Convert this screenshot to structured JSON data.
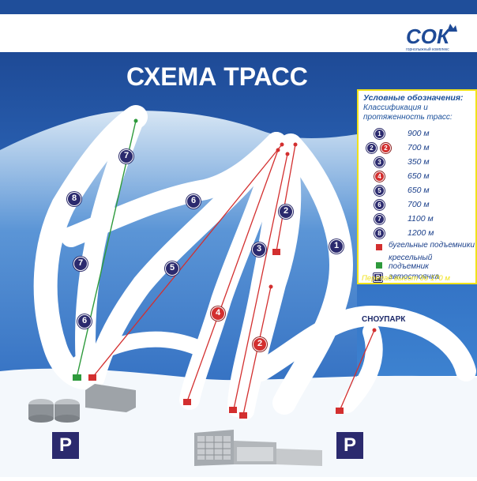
{
  "title": "СХЕМА ТРАСС",
  "logo": {
    "text": "СОК",
    "tagline": "горнолыжный комплекс"
  },
  "legend": {
    "title": "Условные обозначения:",
    "subtitle": "Классификация и протяженность трасс:",
    "trails": [
      {
        "num": "1",
        "length": "900 м",
        "color": "blue"
      },
      {
        "num": "2",
        "length": "700 м",
        "color": "mixed"
      },
      {
        "num": "3",
        "length": "350 м",
        "color": "blue"
      },
      {
        "num": "4",
        "length": "650 м",
        "color": "red"
      },
      {
        "num": "5",
        "length": "650 м",
        "color": "blue"
      },
      {
        "num": "6",
        "length": "700 м",
        "color": "blue"
      },
      {
        "num": "7",
        "length": "1100 м",
        "color": "blue"
      },
      {
        "num": "8",
        "length": "1200 м",
        "color": "blue"
      }
    ],
    "drag_lifts": "бугельные подъемники",
    "chair_lifts": "кресельный подъемник",
    "parking_symbol": "P",
    "parking": "автостоянка",
    "elevation": "Перепад высот до 170 м"
  },
  "snowpark_label": "СНОУПАРК",
  "parking_label": "P",
  "trail_markers": [
    {
      "num": "7",
      "color": "blue"
    },
    {
      "num": "8",
      "color": "blue"
    },
    {
      "num": "6",
      "color": "blue"
    },
    {
      "num": "7",
      "color": "blue"
    },
    {
      "num": "6",
      "color": "blue"
    },
    {
      "num": "5",
      "color": "blue"
    },
    {
      "num": "4",
      "color": "red"
    },
    {
      "num": "3",
      "color": "blue"
    },
    {
      "num": "2",
      "color": "blue"
    },
    {
      "num": "2",
      "color": "red"
    },
    {
      "num": "1",
      "color": "blue"
    }
  ],
  "colors": {
    "sky_top": "#1f4e9a",
    "blue_dark": "#2b2a6e",
    "red": "#d32f2f",
    "green": "#2e9a3c",
    "legend_border": "#f0e21a",
    "lift_red": "#d32f2f"
  }
}
